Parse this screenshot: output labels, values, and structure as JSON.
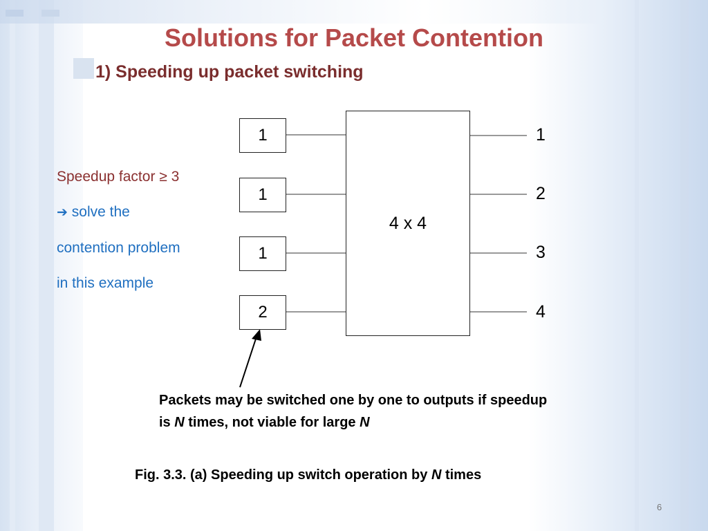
{
  "slide": {
    "title": "Solutions for Packet Contention",
    "subtitle": "1) Speeding up packet switching",
    "page_number": "6"
  },
  "side_note": {
    "line1": "Speedup factor ≥ 3",
    "arrow_icon": "right-arrow-icon",
    "line2": "solve the",
    "line3": "contention problem",
    "line4": "in this example"
  },
  "diagram": {
    "inputs": [
      "1",
      "1",
      "1",
      "2"
    ],
    "switch_label": "4 x 4",
    "outputs": [
      "1",
      "2",
      "3",
      "4"
    ]
  },
  "callout": {
    "text_a": "Packets may be switched one by one to outputs if speedup",
    "text_b": "is ",
    "var1": "N",
    "text_c": " times, not viable for large ",
    "var2": "N"
  },
  "caption": {
    "text_a": "Fig. 3.3. (a) Speeding up switch operation by ",
    "var": "N",
    "text_b": " times"
  },
  "colors": {
    "title": "#b54a4a",
    "subtitle": "#7a2d2d",
    "note_blue": "#1f6fc0",
    "note_red": "#8a3030"
  }
}
